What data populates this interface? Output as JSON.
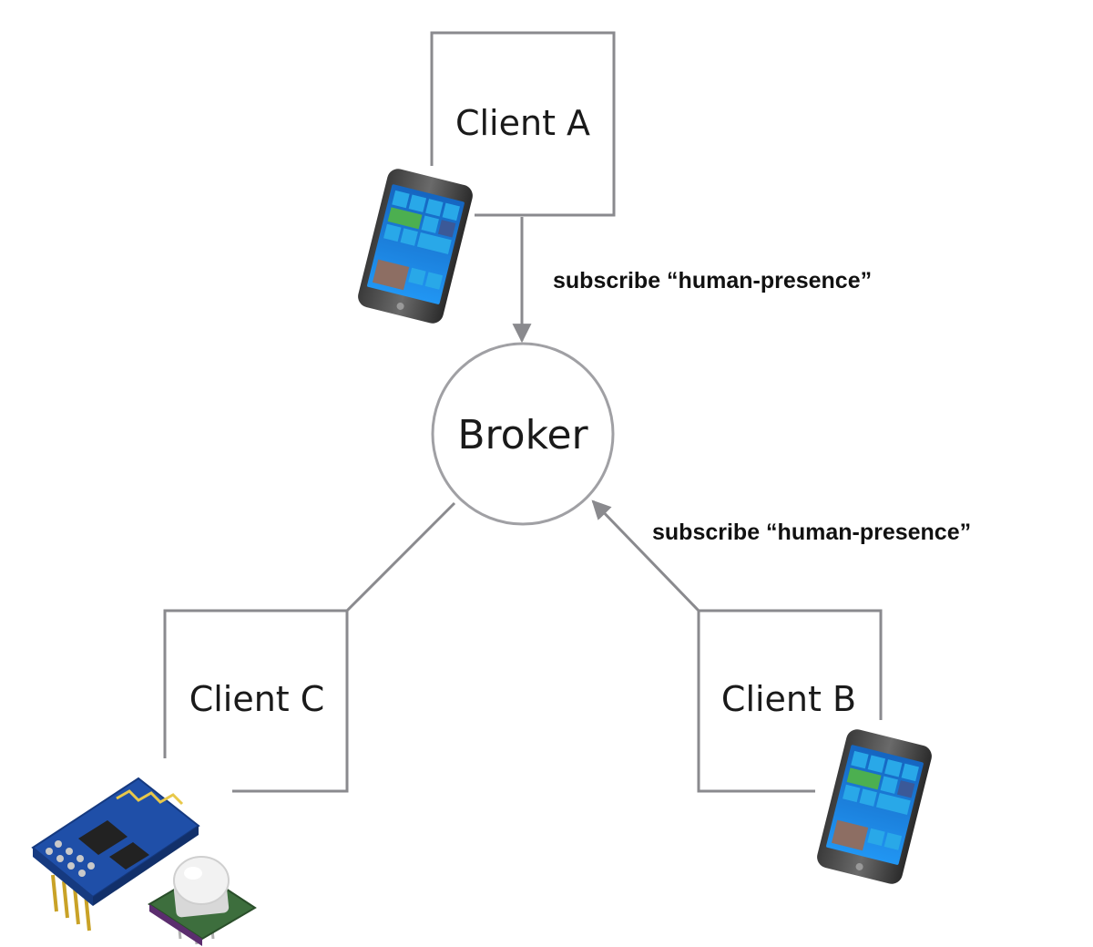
{
  "nodes": {
    "client_a": "Client A",
    "broker": "Broker",
    "client_b": "Client B",
    "client_c": "Client C"
  },
  "edges": {
    "a_to_broker": "subscribe “human-presence”",
    "b_to_broker": "subscribe “human-presence”"
  },
  "devices": {
    "client_a": "smartphone-icon",
    "client_b": "smartphone-icon",
    "client_c": "esp8266-board-with-pir-sensor-icon"
  },
  "colors": {
    "line": "#8a8a8e",
    "phone_screen": "#1e7fd0",
    "phone_tile": "#29a8e8",
    "phone_tile_green": "#4caf50",
    "board": "#1f4fa8",
    "chip": "#222222",
    "sensor_dome": "#efefef"
  }
}
